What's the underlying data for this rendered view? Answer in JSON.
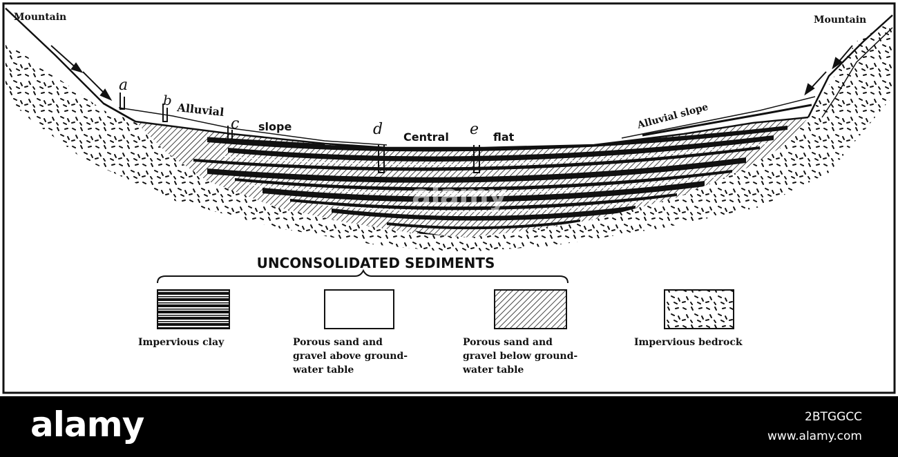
{
  "diagram": {
    "labels": {
      "mountain_left": "Mountain",
      "mountain_right": "Mountain",
      "well_a": "a",
      "well_b": "b",
      "well_c": "c",
      "well_d": "d",
      "well_e": "e",
      "alluvial_left": "Alluvial",
      "slope_left": "slope",
      "central": "Central",
      "flat": "flat",
      "alluvial_slope_right": "Alluvial slope"
    }
  },
  "legend": {
    "heading": "UNCONSOLIDATED SEDIMENTS",
    "items": [
      {
        "pattern": "clay-stripes",
        "lines": [
          "Impervious clay"
        ]
      },
      {
        "pattern": "blank",
        "lines": [
          "Porous sand and",
          "gravel above ground-",
          "water table"
        ]
      },
      {
        "pattern": "diagonal-hatch",
        "lines": [
          "Porous sand and",
          "gravel below ground-",
          "water table"
        ]
      },
      {
        "pattern": "speckle",
        "lines": [
          "Impervious bedrock"
        ]
      }
    ]
  },
  "watermark": {
    "logo": "alamy",
    "center": "alamy",
    "code": "2BTGGCC",
    "url": "www.alamy.com"
  }
}
